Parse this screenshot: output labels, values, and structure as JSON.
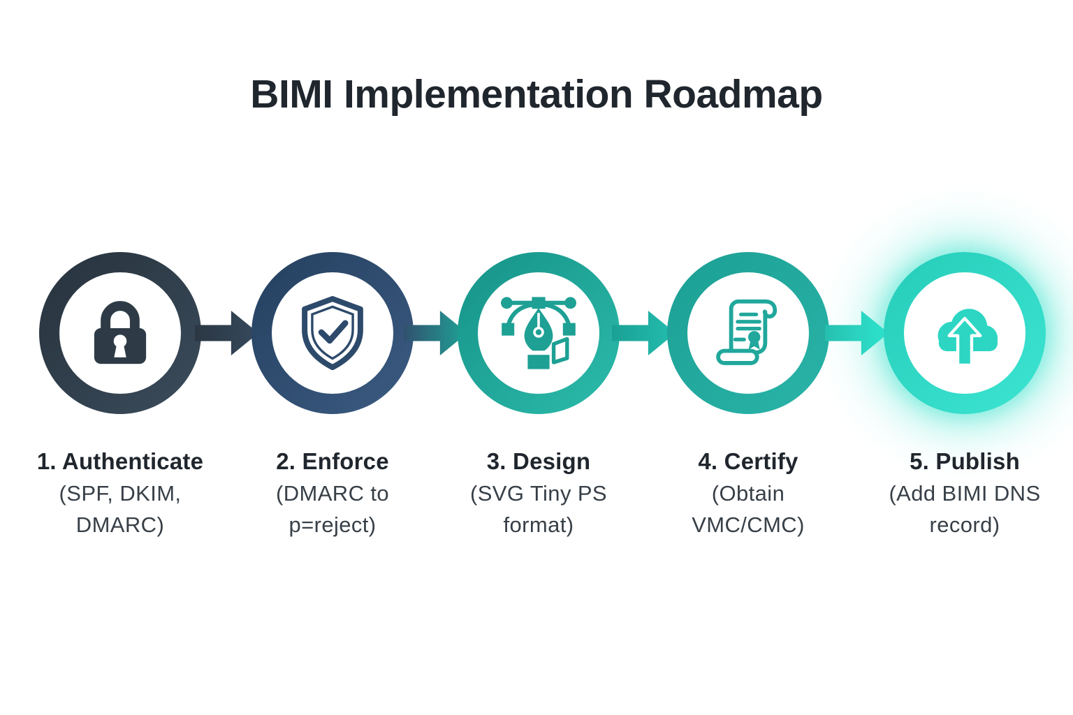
{
  "title": "BIMI Implementation Roadmap",
  "title_color": "#20262d",
  "background_color": "#ffffff",
  "steps": [
    {
      "number": "1.",
      "name": "Authenticate",
      "detail_lines": [
        "(SPF, DKIM,",
        "DMARC)"
      ],
      "icon": "lock-icon",
      "ring_colors": [
        "#27323c",
        "#3b4c5c"
      ],
      "icon_color": "#2e3b47",
      "glow": false
    },
    {
      "number": "2.",
      "name": "Enforce",
      "detail_lines": [
        "(DMARC to",
        "p=reject)"
      ],
      "icon": "shield-check-icon",
      "ring_colors": [
        "#24405f",
        "#3c5b82"
      ],
      "icon_color": "#2d4a6b",
      "glow": false
    },
    {
      "number": "3.",
      "name": "Design",
      "detail_lines": [
        "(SVG Tiny PS",
        "format)"
      ],
      "icon": "pen-tool-icon",
      "ring_colors": [
        "#169288",
        "#2cbcab"
      ],
      "icon_color": "#1ea094",
      "glow": false
    },
    {
      "number": "4.",
      "name": "Certify",
      "detail_lines": [
        "(Obtain",
        "VMC/CMC)"
      ],
      "icon": "certificate-icon",
      "ring_colors": [
        "#1c9f94",
        "#2ab4a8"
      ],
      "icon_color": "#21a79c",
      "glow": false
    },
    {
      "number": "5.",
      "name": "Publish",
      "detail_lines": [
        "(Add BIMI DNS",
        "record)"
      ],
      "icon": "cloud-upload-icon",
      "ring_colors": [
        "#25cdb9",
        "#3ce4d2"
      ],
      "icon_color": "#2cd6c3",
      "glow": true,
      "glow_color": "#2fe0cb"
    }
  ],
  "arrows": [
    {
      "from": "#2b3743",
      "to": "#35495c"
    },
    {
      "from": "#31516f",
      "to": "#1fa396"
    },
    {
      "from": "#1aa195",
      "to": "#23bdae"
    },
    {
      "from": "#27bfb0",
      "to": "#2fe3cd"
    }
  ]
}
